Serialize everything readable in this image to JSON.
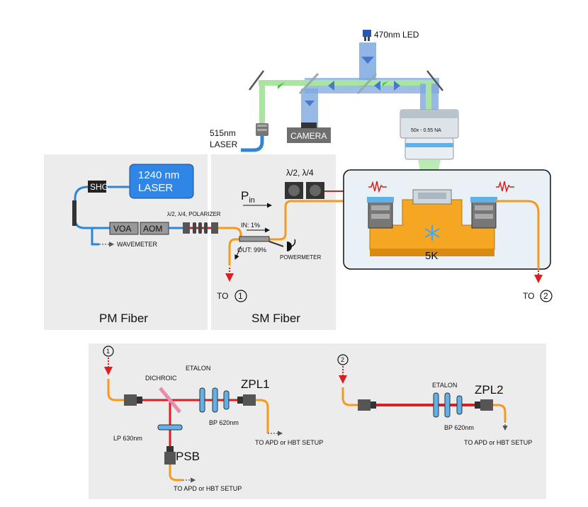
{
  "colors": {
    "panel": "#ececec",
    "fiber_blue": "#2f86d6",
    "fiber_orange": "#f59a1e",
    "laser_red": "#d82020",
    "laser_green": "#a8e6a0",
    "led_blue": "#7ea8e0",
    "laser_box": "#2f86e6",
    "stage": "#f5a623",
    "cryostat": "#e9f1f7"
  },
  "top": {
    "led_label": "470nm LED",
    "laser515_label_1": "515nm",
    "laser515_label_2": "LASER",
    "camera_label": "CAMERA",
    "objective_label": "50x - 0.55 NA",
    "laser1240_1": "1240 nm",
    "laser1240_2": "LASER",
    "shg": "SHG",
    "voa": "VOA",
    "aom": "AOM",
    "wavemeter": "WAVEMETER",
    "polarizer": "λ/2, λ/4, POLARIZER",
    "pm_fiber": "PM Fiber",
    "sm_fiber": "SM Fiber",
    "pin_main": "P",
    "pin_sub": "in",
    "waveplates": "λ/2, λ/4",
    "in_pct": "IN: 1%",
    "out_pct": "OUT: 99%",
    "powermeter": "POWERMETER",
    "to1_text": "TO",
    "to2_text": "TO",
    "num1": "1",
    "num2": "2",
    "temp": "5K"
  },
  "bottom": {
    "num1": "1",
    "num2": "2",
    "dichroic": "DICHROIC",
    "etalon1": "ETALON",
    "zpl1": "ZPL1",
    "bp1": "BP 620nm",
    "lp": "LP 630nm",
    "psb": "PSB",
    "apd1": "TO APD or HBT SETUP",
    "apd2": "TO APD or HBT SETUP",
    "etalon2": "ETALON",
    "zpl2": "ZPL2",
    "bp2": "BP 620nm",
    "apd3": "TO APD or HBT SETUP"
  }
}
